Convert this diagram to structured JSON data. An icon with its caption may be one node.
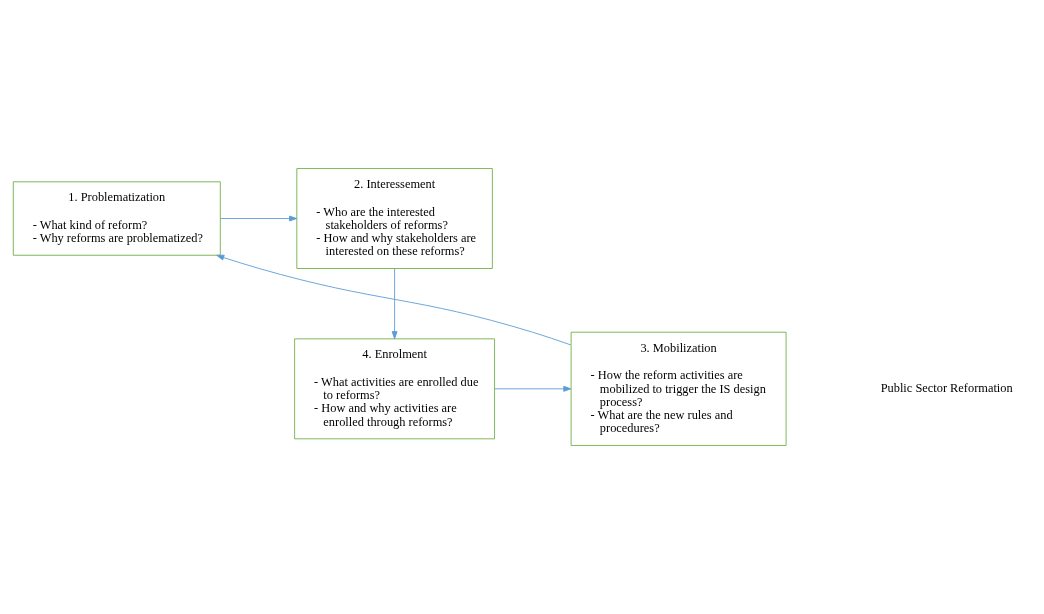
{
  "diagram": {
    "nodes": [
      {
        "text": [
          "1. Problematization",
          "- What kind of reform?",
          "- Why reforms are problematized?"
        ]
      },
      {
        "text": [
          "2. Interessement",
          "- Who are the interested stakeholders of reforms?",
          "- How and why stakeholders are interested on these reforms?"
        ]
      },
      {
        "text": [
          "3. Mobilization",
          "- How the reform activities are mobilized to trigger the IS design process?",
          "- What are the new rules and procedures?"
        ]
      },
      {
        "text": [
          "4. Enrolment",
          "- What activities are enrolled due to reforms?",
          "- How and why activities are enrolled through reforms?"
        ]
      }
    ],
    "edges": [
      {
        "from": 0,
        "to": 1,
        "arrow": "to"
      },
      {
        "from": 1,
        "to": 3,
        "arrow": "to"
      },
      {
        "from": 3,
        "to": 2,
        "arrow": "to"
      },
      {
        "from": 2,
        "to": 0,
        "arrow": "to"
      }
    ],
    "labels": [
      "Public Sector Reformation"
    ]
  }
}
